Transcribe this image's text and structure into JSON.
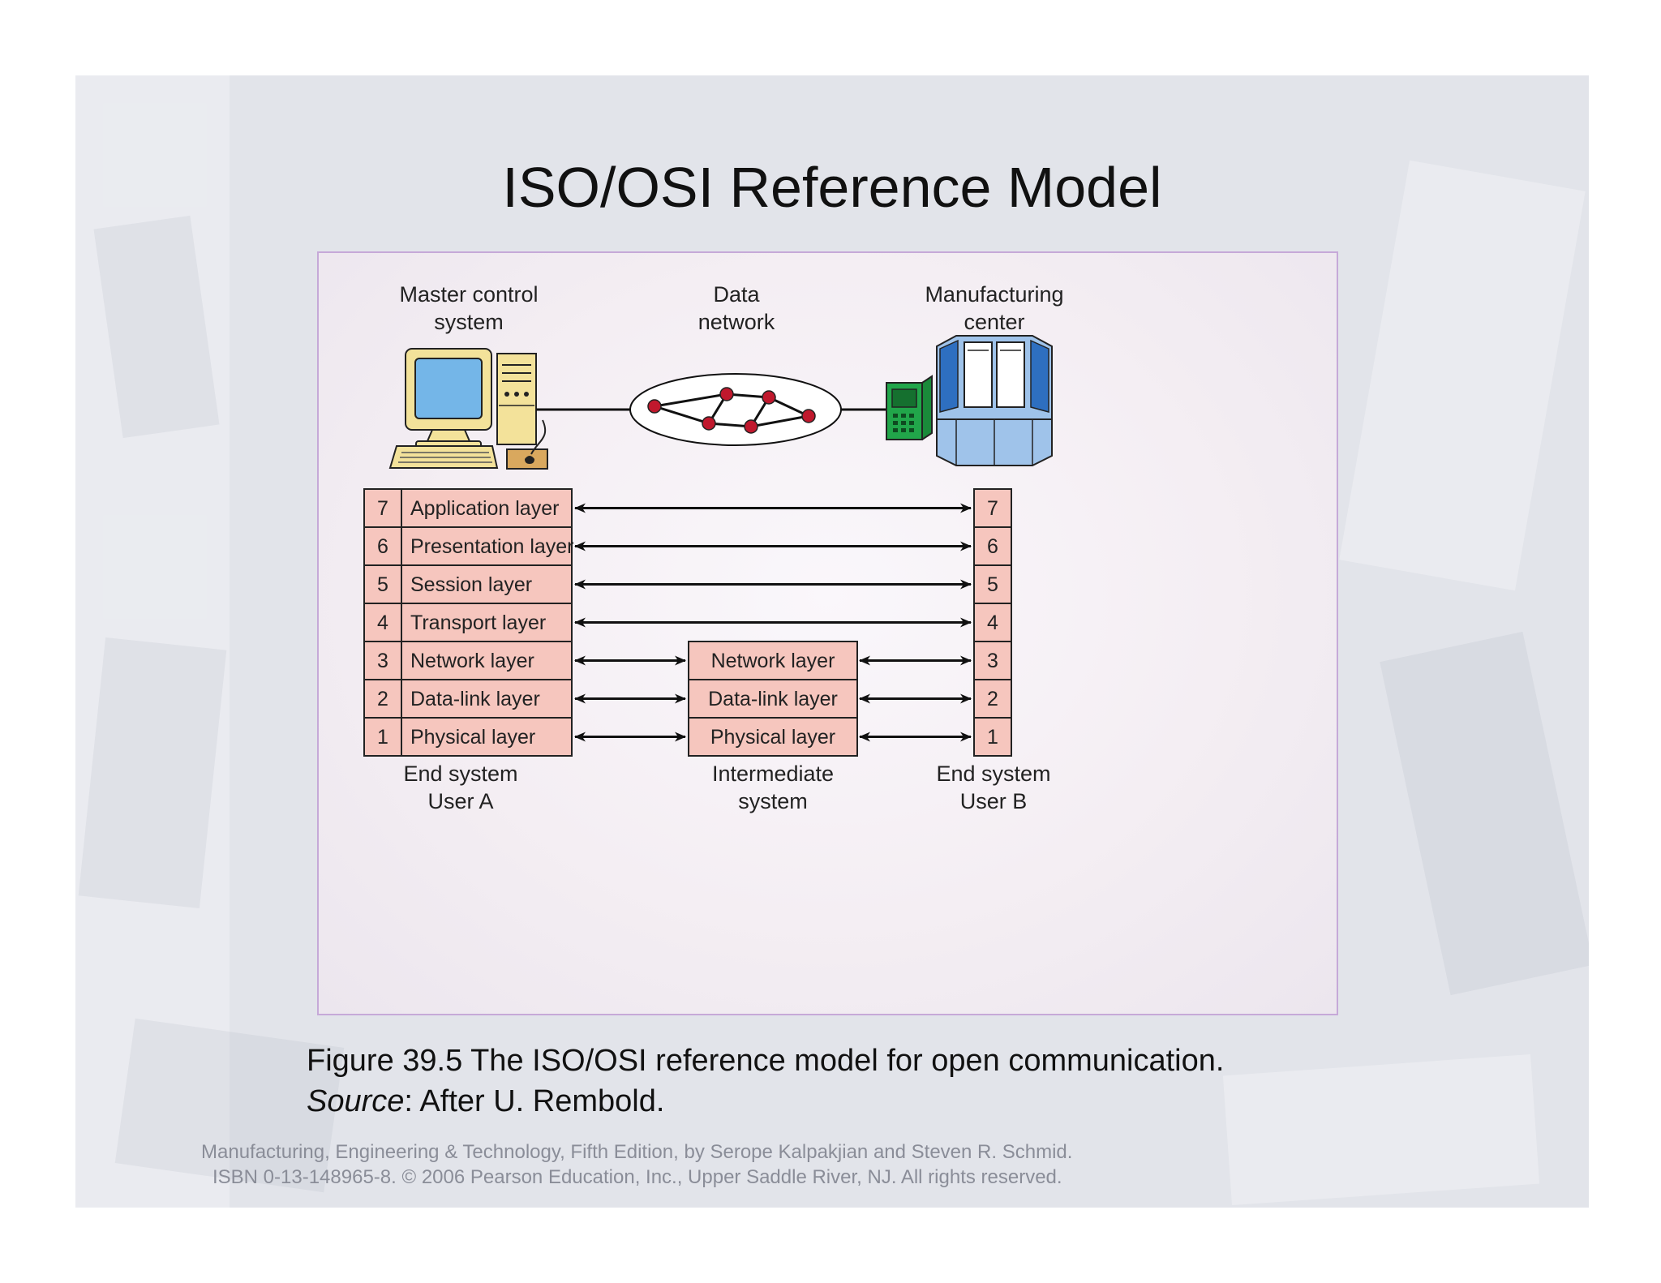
{
  "slide": {
    "title": "ISO/OSI Reference Model"
  },
  "diagram": {
    "labels": {
      "master": [
        "Master control",
        "system"
      ],
      "network": [
        "Data",
        "network"
      ],
      "manufacturing": [
        "Manufacturing",
        "center"
      ],
      "end_a": [
        "End system",
        "User A"
      ],
      "intermediate": [
        "Intermediate",
        "system"
      ],
      "end_b": [
        "End system",
        "User B"
      ]
    },
    "layers": [
      {
        "num": "7",
        "name": "Application layer"
      },
      {
        "num": "6",
        "name": "Presentation layer"
      },
      {
        "num": "5",
        "name": "Session layer"
      },
      {
        "num": "4",
        "name": "Transport layer"
      },
      {
        "num": "3",
        "name": "Network layer"
      },
      {
        "num": "2",
        "name": "Data-link layer"
      },
      {
        "num": "1",
        "name": "Physical layer"
      }
    ],
    "intermediate_layers": [
      "Network layer",
      "Data-link layer",
      "Physical layer"
    ],
    "colors": {
      "layer_fill": "#f6c6be",
      "node": "#c0182d",
      "monitor": "#f3e29a",
      "screen": "#74b6e8",
      "controller": "#21a64a",
      "machine": "#2e6fc0"
    }
  },
  "caption": {
    "figure": "Figure 39.5  The ISO/OSI reference model for open communication.",
    "source_label": "Source",
    "source_text": ":  After U. Rembold."
  },
  "footer": {
    "line1": "Manufacturing, Engineering & Technology, Fifth Edition, by Serope Kalpakjian and Steven R. Schmid.",
    "line2": "ISBN 0-13-148965-8. © 2006 Pearson Education, Inc., Upper Saddle River, NJ.  All rights reserved."
  }
}
